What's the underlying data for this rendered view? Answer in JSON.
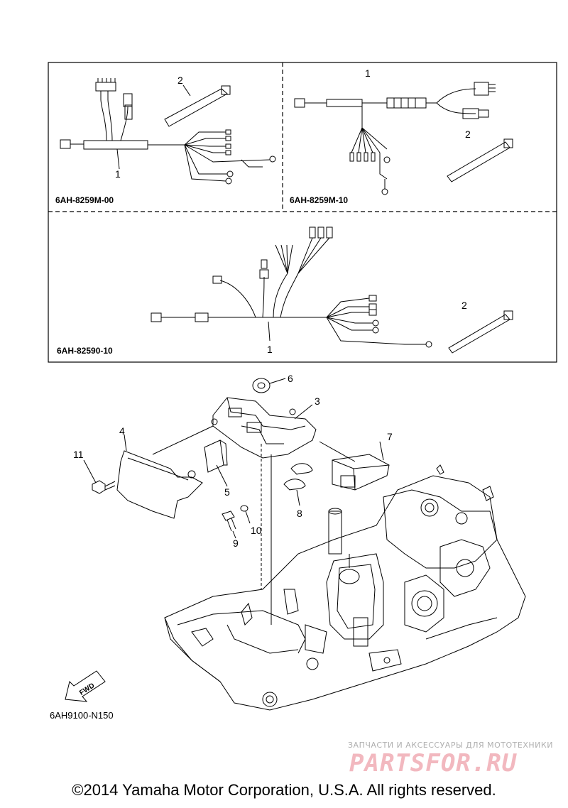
{
  "panels": [
    {
      "code": "6AH-8259M-00",
      "callouts": [
        "1",
        "2"
      ]
    },
    {
      "code": "6AH-8259M-10",
      "callouts": [
        "1",
        "2"
      ]
    },
    {
      "code": "6AH-82590-10",
      "callouts": [
        "1",
        "2"
      ]
    }
  ],
  "exploded_view": {
    "callouts": [
      "3",
      "4",
      "5",
      "6",
      "7",
      "8",
      "9",
      "10",
      "11"
    ],
    "fwd_label": "FWD",
    "figure_code": "6AH9100-N150"
  },
  "watermark": {
    "tagline": "ЗАПЧАСТИ И АКСЕССУАРЫ ДЛЯ МОТОТЕХНИКИ",
    "brand": "PARTSFOR.RU"
  },
  "footer": {
    "copyright": "©2014 Yamaha Motor Corporation, U.S.A. All rights reserved."
  }
}
